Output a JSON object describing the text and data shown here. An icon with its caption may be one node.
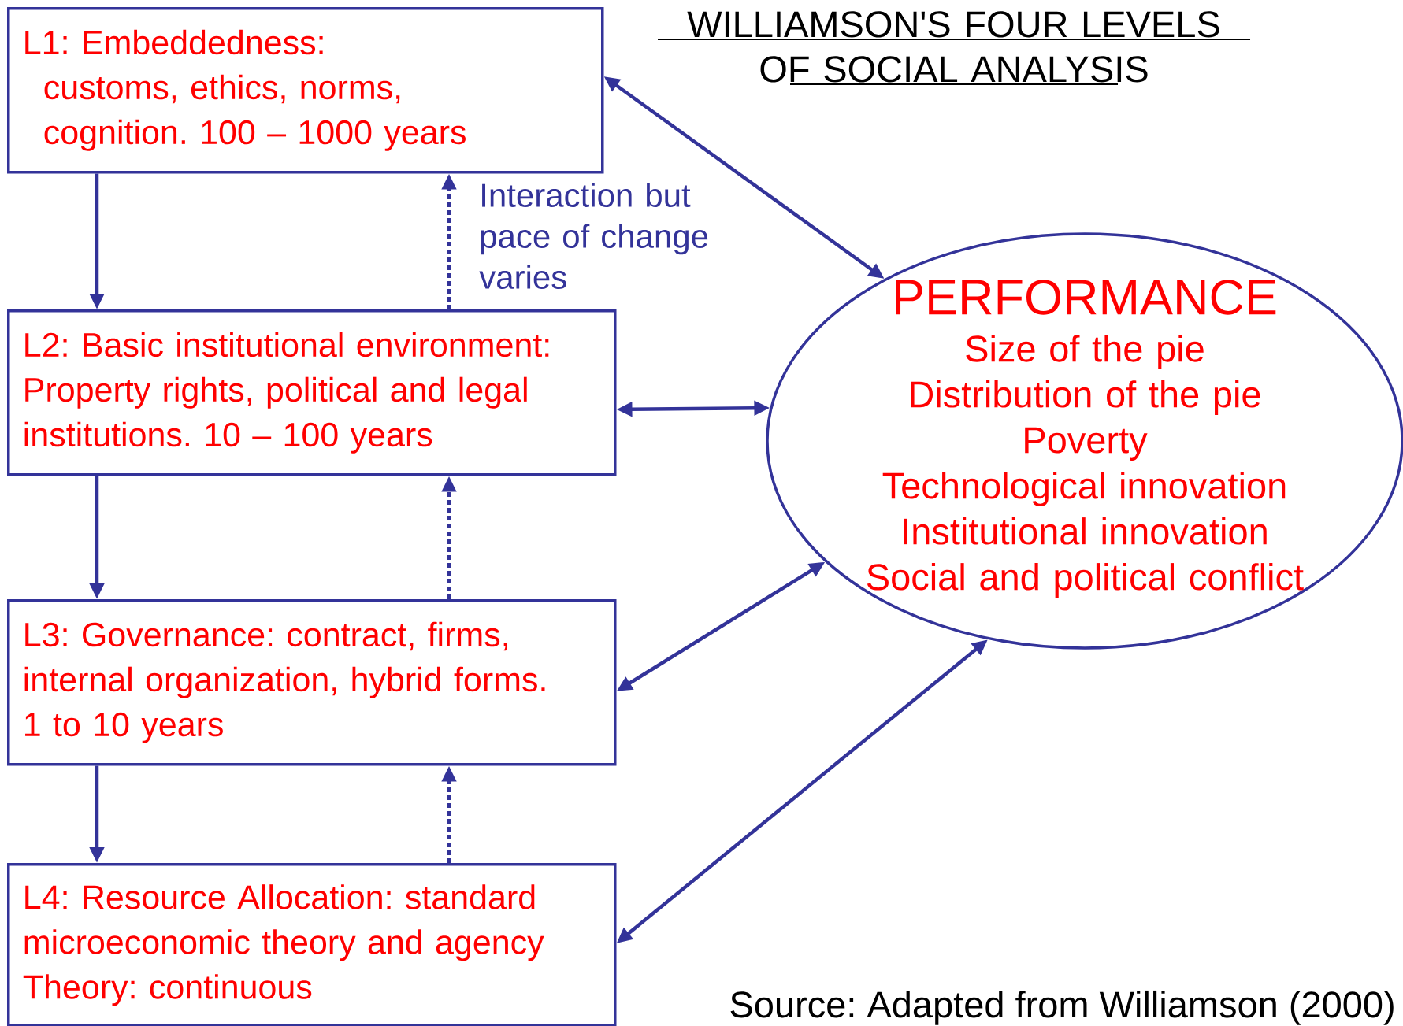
{
  "diagram": {
    "title": "WILLIAMSON'S FOUR LEVELS OF SOCIAL ANALYSIS",
    "nodes": [
      {
        "text": [
          "L1: Embeddedness:",
          "customs, ethics, norms, cognition. 100 – 1000 years"
        ]
      },
      {
        "text": [
          "L2: Basic institutional environment: Property rights, political and legal institutions. 10 – 100 years"
        ]
      },
      {
        "text": [
          "L3: Governance: contract, firms, internal organization, hybrid forms. 1 to 10 years"
        ]
      },
      {
        "text": [
          "L4: Resource Allocation: standard microeconomic theory and agency Theory: continuous"
        ]
      },
      {
        "text": [
          "PERFORMANCE",
          "Size of the pie",
          "Distribution of the pie",
          "Poverty",
          "Technological innovation",
          "Institutional innovation",
          "Social and political conflict"
        ]
      }
    ],
    "edges": [
      {
        "from": 0,
        "to": 1,
        "arrow": "to"
      },
      {
        "from": 1,
        "to": 2,
        "arrow": "to"
      },
      {
        "from": 2,
        "to": 3,
        "arrow": "to"
      },
      {
        "from": 1,
        "to": 0,
        "arrow": "to",
        "style": "dashed",
        "label": "Interaction but pace of change varies"
      },
      {
        "from": 2,
        "to": 1,
        "arrow": "to",
        "style": "dashed"
      },
      {
        "from": 3,
        "to": 2,
        "arrow": "to",
        "style": "dashed"
      },
      {
        "from": 0,
        "to": 4,
        "arrow": "both"
      },
      {
        "from": 1,
        "to": 4,
        "arrow": "both"
      },
      {
        "from": 2,
        "to": 4,
        "arrow": "both"
      },
      {
        "from": 3,
        "to": 4,
        "arrow": "both"
      }
    ],
    "caption": "Source: Adapted from Williamson (2000)"
  }
}
